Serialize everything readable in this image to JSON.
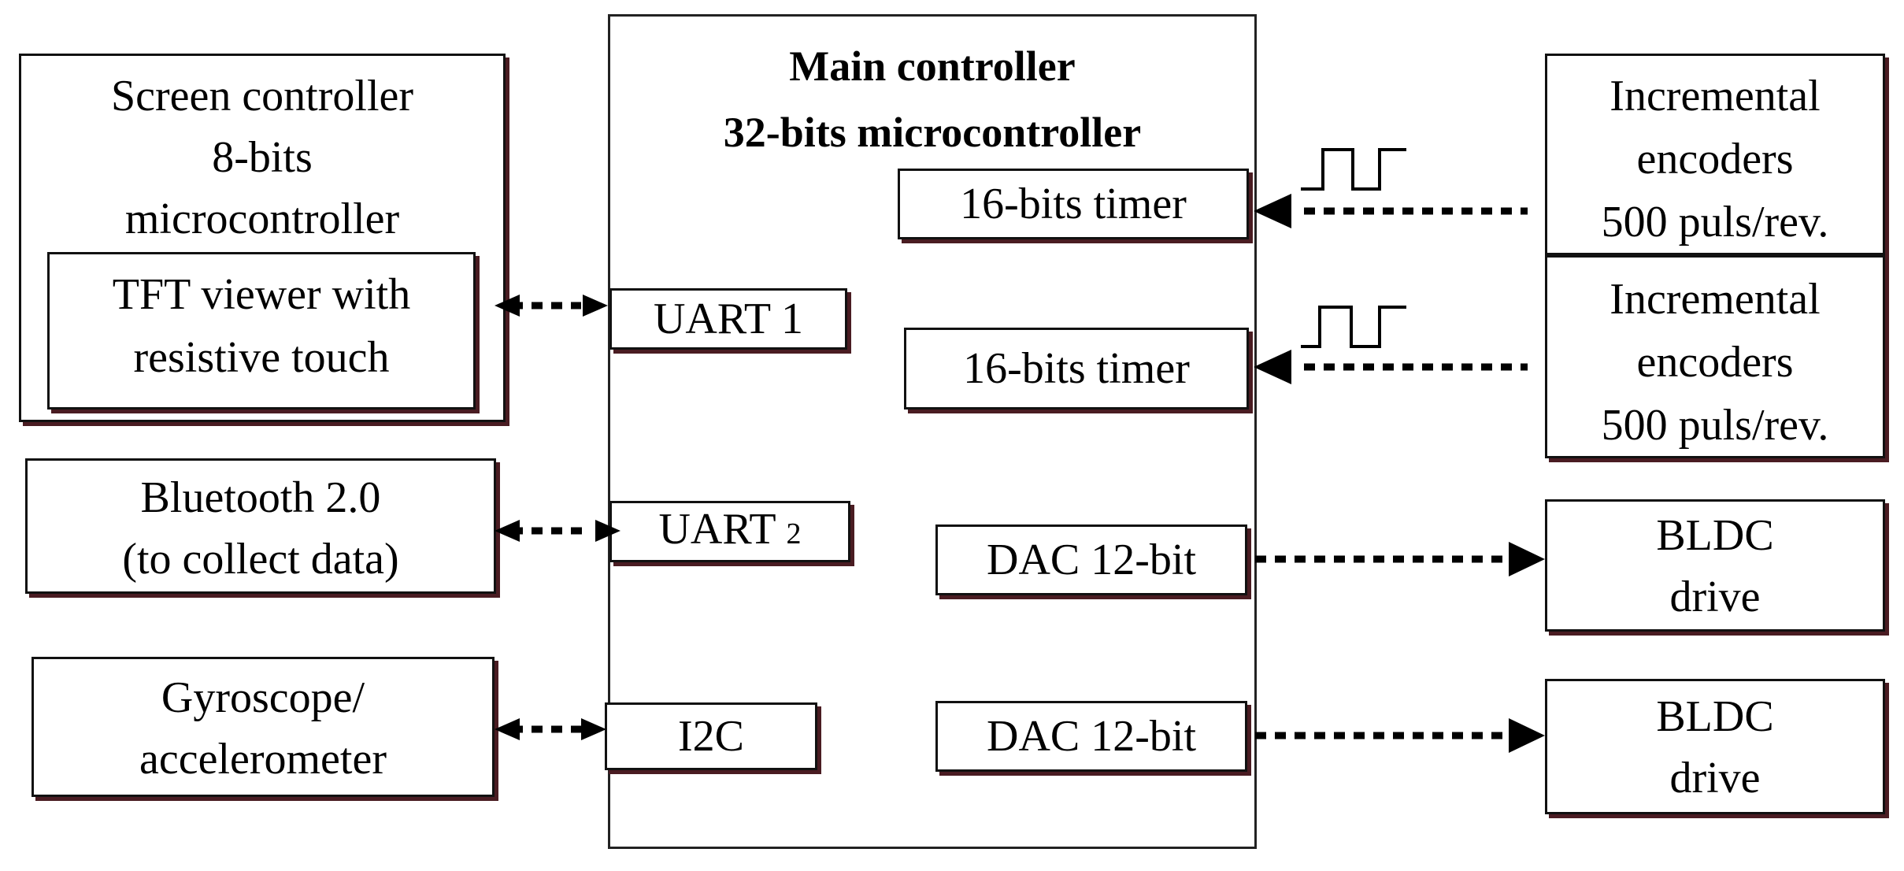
{
  "diagram": {
    "main_controller": {
      "title": "Main controller",
      "subtitle": "32-bits microcontroller"
    },
    "screen_controller": {
      "line1": "Screen controller",
      "line2": "8-bits",
      "line3": "microcontroller"
    },
    "tft_viewer": {
      "line1": "TFT viewer with",
      "line2": "resistive touch"
    },
    "bluetooth": {
      "line1": "Bluetooth 2.0",
      "line2": "(to collect data)"
    },
    "gyroscope": {
      "line1": "Gyroscope/",
      "line2": "accelerometer"
    },
    "uart1": "UART 1",
    "uart2": {
      "base": "UART",
      "index": "2"
    },
    "i2c": "I2C",
    "timer1": "16-bits timer",
    "timer2": "16-bits timer",
    "dac1": "DAC 12-bit",
    "dac2": "DAC 12-bit",
    "encoder1": {
      "line1": "Incremental",
      "line2": "encoders",
      "line3": "500 puls/rev."
    },
    "encoder2": {
      "line1": "Incremental",
      "line2": "encoders",
      "line3": "500 puls/rev."
    },
    "bldc1": {
      "line1": "BLDC",
      "line2": "drive"
    },
    "bldc2": {
      "line1": "BLDC",
      "line2": "drive"
    }
  }
}
